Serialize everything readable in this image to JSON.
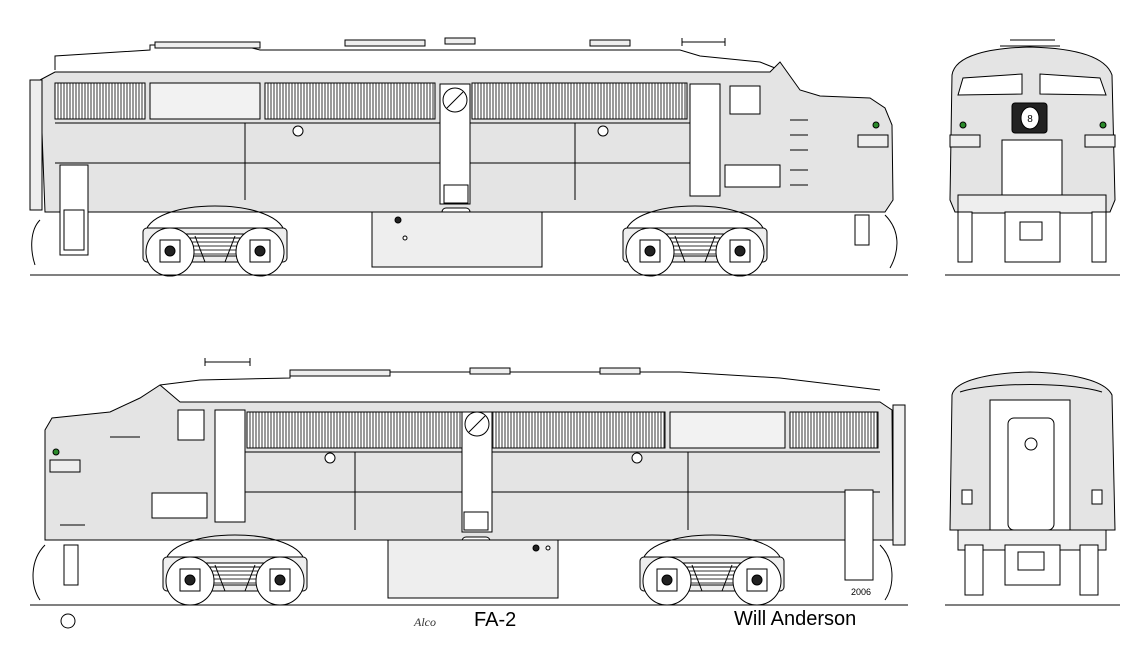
{
  "drawing": {
    "model_label": "FA-2",
    "author_label": "Will Anderson",
    "year_label": "2006",
    "brand_mark": "Alco"
  }
}
